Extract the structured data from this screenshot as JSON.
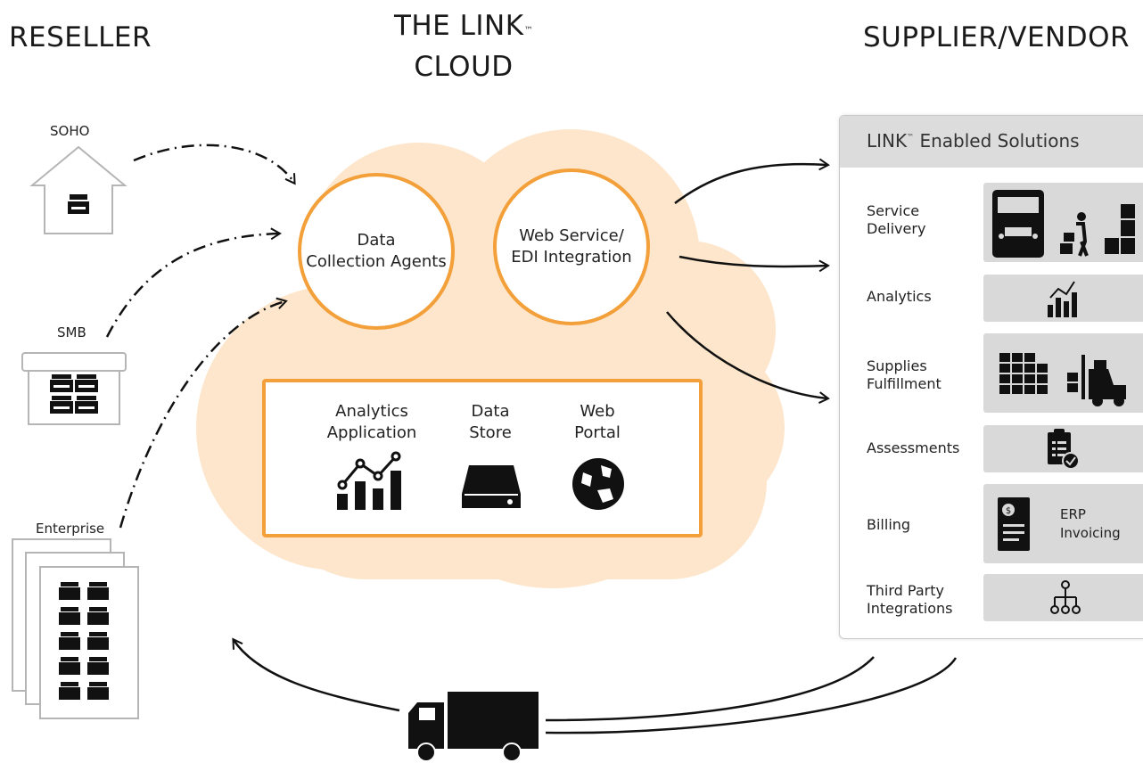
{
  "headings": {
    "reseller": "RESELLER",
    "cloud_line1": "THE LINK",
    "cloud_tm": "™",
    "cloud_line2": "CLOUD",
    "supplier": "SUPPLIER/VENDOR"
  },
  "reseller_nodes": [
    {
      "label": "SOHO",
      "icon": "house-printer-icon"
    },
    {
      "label": "SMB",
      "icon": "box-printers-icon"
    },
    {
      "label": "Enterprise",
      "icon": "stacked-printers-icon"
    }
  ],
  "cloud": {
    "circle_left": {
      "line1": "Data",
      "line2": "Collection Agents"
    },
    "circle_right": {
      "line1": "Web Service/",
      "line2": "EDI Integration"
    },
    "components": [
      {
        "line1": "Analytics",
        "line2": "Application",
        "icon": "bar-line-chart-icon"
      },
      {
        "line1": "Data",
        "line2": "Store",
        "icon": "hard-drive-icon"
      },
      {
        "line1": "Web",
        "line2": "Portal",
        "icon": "globe-icon"
      }
    ]
  },
  "panel": {
    "title_prefix": "LINK",
    "title_tm": "™",
    "title_suffix": " Enabled Solutions",
    "rows": [
      {
        "line1": "Service",
        "line2": "Delivery",
        "icon": "truck-dolly-boxes-icon"
      },
      {
        "line1": "Analytics",
        "line2": "",
        "icon": "chart-icon"
      },
      {
        "line1": "Supplies",
        "line2": "Fulfillment",
        "icon": "boxes-forklift-icon"
      },
      {
        "line1": "Assessments",
        "line2": "",
        "icon": "clipboard-check-icon"
      },
      {
        "line1": "Billing",
        "line2": "",
        "icon": "invoice-icon",
        "tile_line1": "ERP",
        "tile_line2": "Invoicing"
      },
      {
        "line1": "Third Party",
        "line2": "Integrations",
        "icon": "hierarchy-icon"
      }
    ]
  },
  "bottom": {
    "icon": "delivery-truck-icon"
  },
  "colors": {
    "accent": "#f3a03a",
    "cloud_fill": "#fde6cc",
    "tile_bg": "#d9d9d9",
    "panel_header": "#dcdcdc",
    "icon": "#1a1a1a"
  }
}
